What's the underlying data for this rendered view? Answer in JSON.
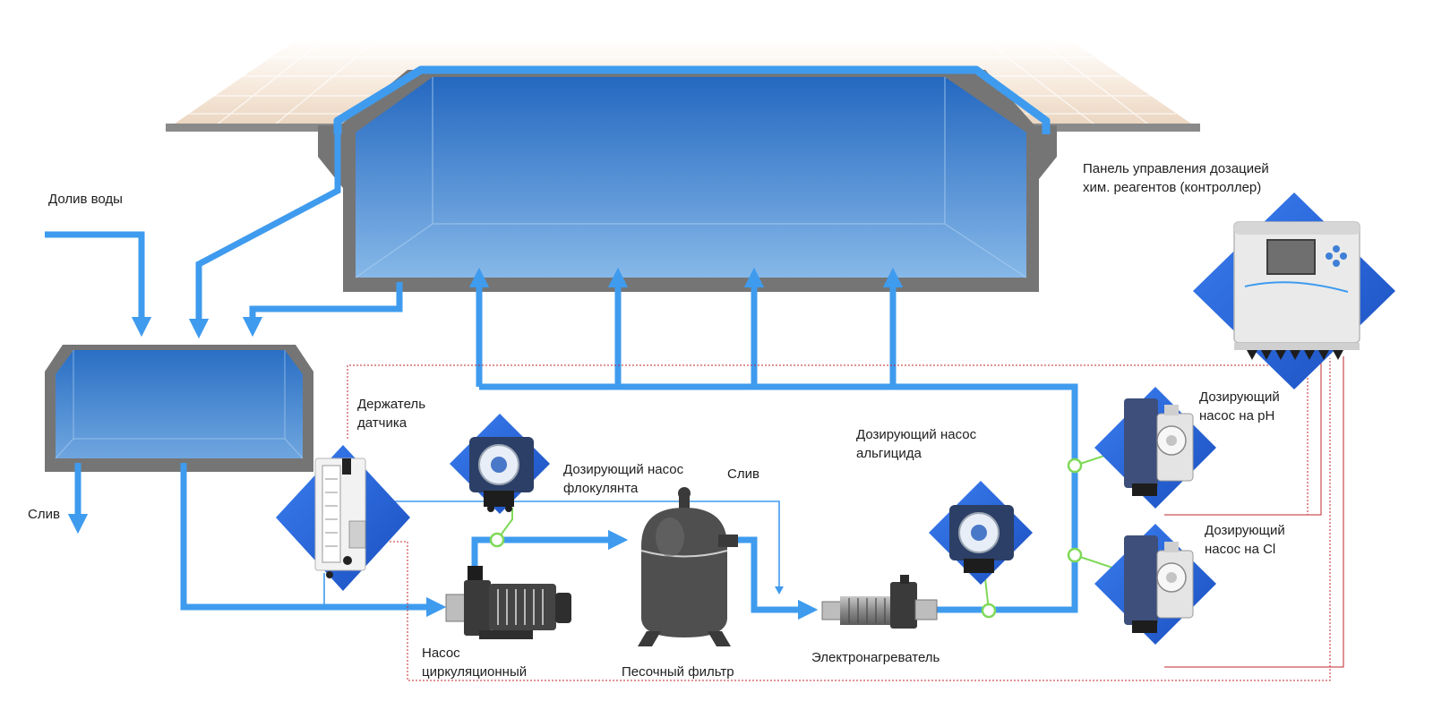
{
  "labels": {
    "water_refill": "Долив воды",
    "drain_left": "Слив",
    "sensor_holder": "Держатель\nдатчика",
    "flocculant_pump": "Дозирующий насос\nфлокулянта",
    "drain_filter": "Слив",
    "algicide_pump": "Дозирующий насос\nальгицида",
    "controller": "Панель управления дозацией\nхим. реагентов (контроллер)",
    "ph_pump": "Дозирующий\nнасос на рН",
    "cl_pump": "Дозирующий\nнасос на Cl",
    "circulation_pump": "Насос\nциркуляционный",
    "sand_filter": "Песочный фильтр",
    "heater": "Электронагреватель"
  },
  "colors": {
    "pipe": "#3f9bee",
    "water_top": "#2a6fc4",
    "water_bottom": "#7fb3e6",
    "wall": "#737373",
    "deck": "#f0dcc8",
    "diamond": "#2a63d8",
    "signal": "#c1272d",
    "junction": "#7ed957",
    "filter": "#4d4d4d"
  }
}
